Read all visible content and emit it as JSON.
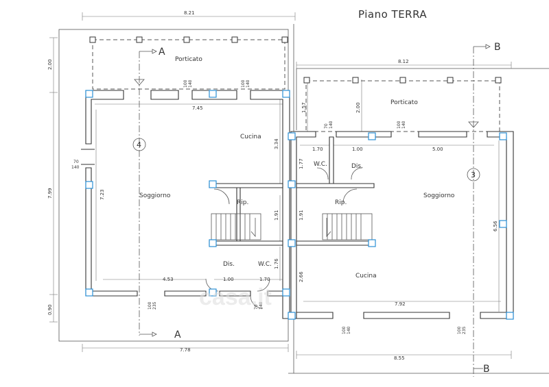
{
  "title": "Piano  TERRA",
  "sections": {
    "a_top": "A",
    "a_bottom": "A",
    "b_top": "B",
    "b_bottom": "B"
  },
  "unit_numbers": {
    "left": "4",
    "right": "3"
  },
  "rooms": {
    "left": {
      "porticato": "Porticato",
      "cucina": "Cucina",
      "soggiorno": "Soggiorno",
      "rip": "Rip.",
      "dis": "Dis.",
      "wc": "W.C."
    },
    "right": {
      "porticato": "Porticato",
      "wc": "W.C.",
      "dis": "Dis.",
      "soggiorno": "Soggiorno",
      "rip": "Rip.",
      "cucina": "Cucina"
    }
  },
  "dimensions": {
    "top_total_left": "8.21",
    "top_total_right": "8.12",
    "porticato_depth_left": "2.00",
    "overall_height_left": "7.99",
    "bottom_offset_left": "0.90",
    "inner_width_left": "7.45",
    "kitchen_left_v": "3.34",
    "stair_left_v": "1.91",
    "wc_left_v": "1.76",
    "inner_height_left": "7.23",
    "soggiorno_bottom_left": "4.53",
    "dis_left": "1.00",
    "wc_left": "1.70",
    "bottom_total_left": "7.78",
    "portico_right_v1": "1.57",
    "portico_right_v2": "2.00",
    "wc_right": "1.70",
    "dis_right": "1.00",
    "soggiorno_right": "5.00",
    "wc_right_v": "1.77",
    "stair_right_v": "1.91",
    "cucina_right_v": "2.66",
    "soggiorno_right_v": "6.56",
    "inner_width_right": "7.92",
    "bottom_total_right": "8.55"
  },
  "openings": {
    "win_top_left_1": [
      "100",
      "140"
    ],
    "win_top_left_2": [
      "100",
      "140"
    ],
    "win_side_left": [
      "70",
      "140"
    ],
    "door_bottom_left": [
      "100",
      "235"
    ],
    "win_bottom_left_wc": [
      "70",
      "140"
    ],
    "win_top_right_1": [
      "70",
      "140"
    ],
    "win_top_right_2": [
      "100",
      "140"
    ],
    "win_bottom_right_1": [
      "100",
      "140"
    ],
    "door_bottom_right": [
      "100",
      "235"
    ]
  },
  "watermark": "casa.it"
}
